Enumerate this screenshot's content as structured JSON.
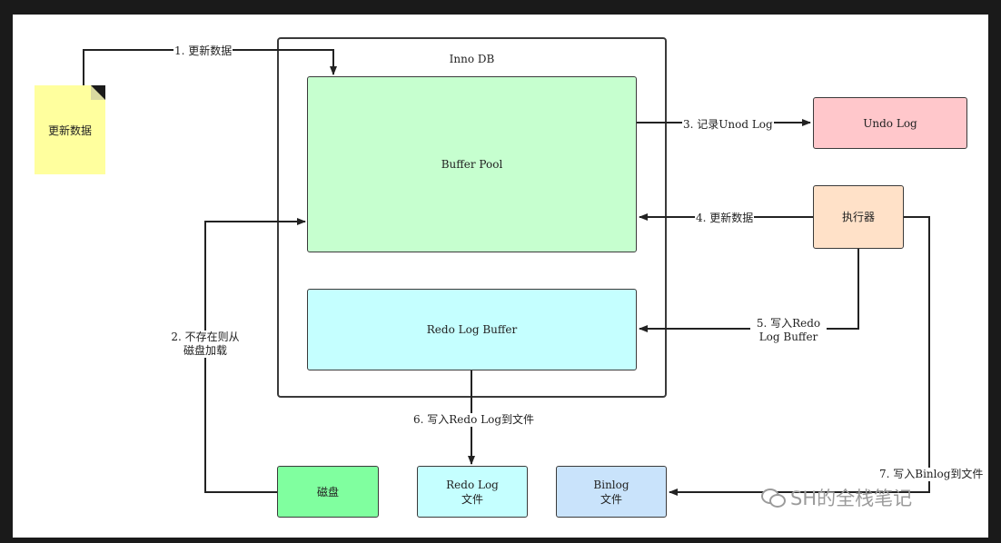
{
  "container": {
    "title": "Inno DB"
  },
  "nodes": {
    "update_note": "更新数据",
    "buffer_pool": "Buffer Pool",
    "redo_log_buffer": "Redo Log Buffer",
    "undo_log": "Undo Log",
    "executor": "执行器",
    "disk": "磁盘",
    "redo_log_file": [
      "Redo Log",
      "文件"
    ],
    "binlog_file": [
      "Binlog",
      "文件"
    ]
  },
  "steps": {
    "s1": "1. 更新数据",
    "s2": [
      "2. 不存在则从",
      "磁盘加载"
    ],
    "s3": "3. 记录Unod Log",
    "s4": "4. 更新数据",
    "s5": [
      "5. 写入Redo",
      "Log Buffer"
    ],
    "s6": "6. 写入Redo Log到文件",
    "s7": "7. 写入Binlog到文件"
  },
  "watermark": "SH的全栈笔记",
  "colors": {
    "buffer_pool": "#c6ffcf",
    "redo_log_buffer": "#c5ffff",
    "undo_log": "#ffc7cb",
    "executor": "#ffe1c8",
    "disk": "#80ff9f",
    "redo_log_file": "#c5ffff",
    "binlog_file": "#c9e3fb",
    "note": "#ffff9e"
  }
}
